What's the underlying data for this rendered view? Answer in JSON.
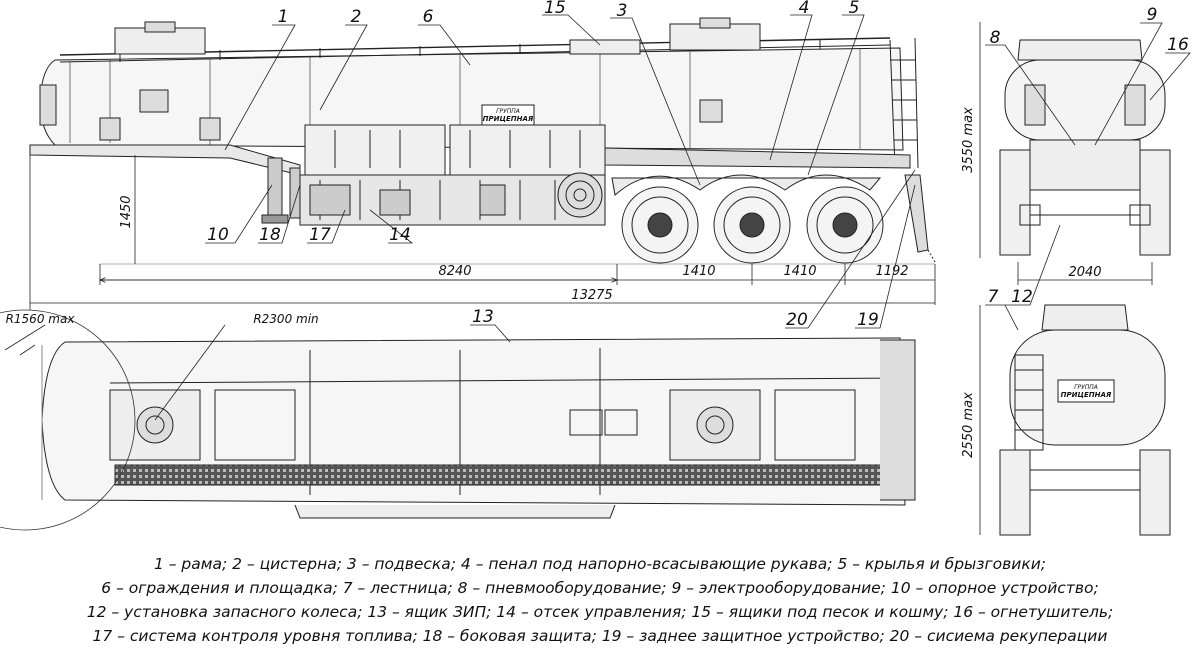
{
  "callouts": {
    "n1": "1",
    "n2": "2",
    "n3": "3",
    "n4": "4",
    "n5": "5",
    "n6": "6",
    "n7": "7",
    "n8": "8",
    "n9": "9",
    "n10": "10",
    "n12": "12",
    "n13": "13",
    "n14": "14",
    "n15": "15",
    "n16": "16",
    "n17": "17",
    "n18": "18",
    "n19": "19",
    "n20": "20"
  },
  "dimensions": {
    "height_side": "1450",
    "length_a": "8240",
    "axle_1": "1410",
    "axle_2": "1410",
    "rear": "1192",
    "total": "13275",
    "track": "2040",
    "height_max": "3550 max",
    "width_max": "2550 max",
    "radius_front": "R1560 max",
    "radius_min": "R2300 min"
  },
  "branding": {
    "line1": "ГРУППА",
    "line2": "ПРИЦЕПНАЯ"
  },
  "legend": [
    "1 – рама; 2 – цистерна; 3 – подвеска; 4 – пенал под напорно-всасывающие рукава; 5 – крылья и брызговики;",
    "6 – ограждения и площадка; 7 – лестница; 8 – пневмооборудование; 9 – электрооборудование; 10 – опорное устройство;",
    "12 – установка запасного колеса; 13 – ящик ЗИП; 14 – отсек управления; 15 – ящики под песок и кошму; 16 – огнетушитель;",
    "17 – система контроля уровня топлива; 18 – боковая защита; 19 – заднее защитное устройство; 20 – сисиема рекуперации"
  ]
}
